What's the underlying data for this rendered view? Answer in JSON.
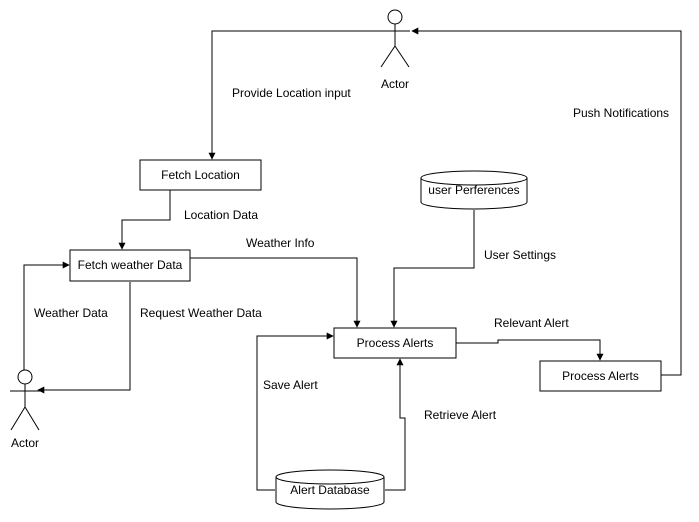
{
  "nodes": {
    "actor_top": "Actor",
    "actor_left": "Actor",
    "fetch_location": "Fetch Location",
    "fetch_weather": "Fetch weather Data",
    "user_preferences": "user Perferences",
    "process_alerts_main": "Process Alerts",
    "process_alerts_right": "Process Alerts",
    "alert_database": "Alert Database"
  },
  "edges": {
    "provide_location": "Provide Location input",
    "location_data": "Location Data",
    "weather_info": "Weather Info",
    "user_settings": "User Settings",
    "weather_data": "Weather Data",
    "request_weather": "Request Weather Data",
    "relevant_alert": "Relevant Alert",
    "push_notifications": "Push Notifications",
    "save_alert": "Save Alert",
    "retrieve_alert": "Retrieve Alert"
  }
}
